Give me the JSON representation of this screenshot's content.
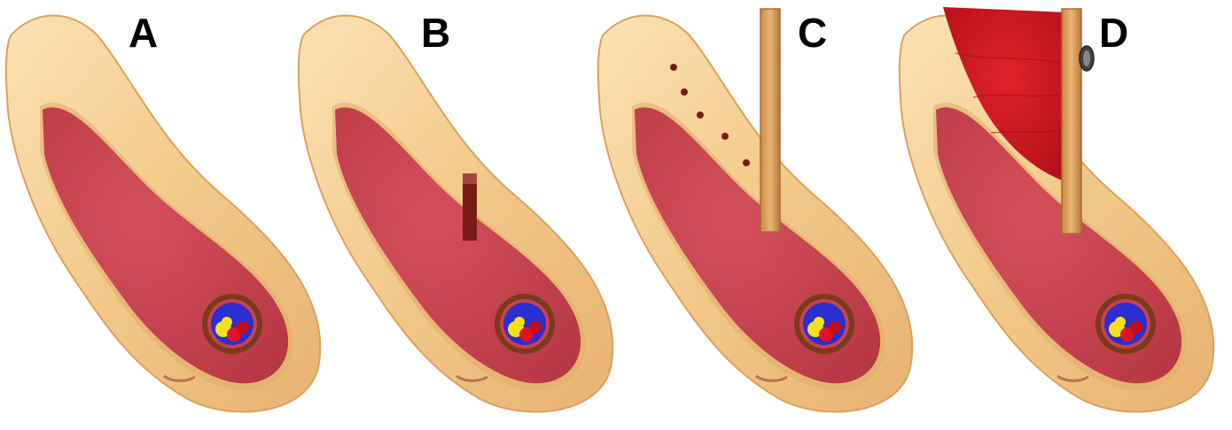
{
  "panels": [
    {
      "label": "A"
    },
    {
      "label": "B"
    },
    {
      "label": "C"
    },
    {
      "label": "D"
    }
  ],
  "colors": {
    "bone_outer": "#f2c98a",
    "bone_edge": "#d9a25e",
    "bone_highlight": "#fbe2b4",
    "marrow": "#c9424f",
    "marrow_dark": "#a8323d",
    "canal_ring": "#7a3a1c",
    "canal_blue": "#2b2fcf",
    "ball_yellow": "#f3e21a",
    "ball_red": "#e0141c",
    "wound_brown": "#7a1c16",
    "barrier": "#d79a55",
    "hemorrhage": "#d0161c"
  }
}
